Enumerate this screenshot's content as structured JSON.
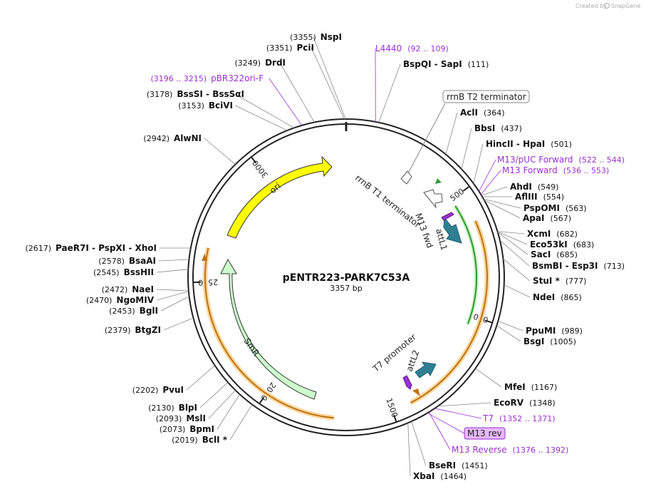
{
  "watermark": {
    "created_by": "Created by",
    "brand": "SnapGene"
  },
  "plasmid": {
    "name": "pENTR223-PARK7C53A",
    "size_label": "3357 bp",
    "length_bp": 3357
  },
  "ring_ticks": [
    {
      "bp": 500,
      "label": "500"
    },
    {
      "bp": 1000,
      "label": "1000"
    },
    {
      "bp": 1500,
      "label": "1500"
    },
    {
      "bp": 2000,
      "label": "2000"
    },
    {
      "bp": 2500,
      "label": "2500"
    },
    {
      "bp": 3000,
      "label": "3000"
    }
  ],
  "features": [
    {
      "name": "ori",
      "label": "ori",
      "color": "#FFFF00",
      "type": "arrow"
    },
    {
      "name": "SmR",
      "label": "SmR",
      "color": "#CCFFCC",
      "type": "arrow"
    },
    {
      "name": "attL1",
      "label": "attL1",
      "color": "#2F7F93",
      "type": "arrow"
    },
    {
      "name": "attL2",
      "label": "attL2",
      "color": "#2F7F93",
      "type": "arrow"
    },
    {
      "name": "M13 fwd",
      "label": "M13 fwd",
      "color": "#9B2FD5",
      "type": "primer-arrow"
    },
    {
      "name": "T7 promoter",
      "label": "T7 promoter",
      "color": "#9B2FD5",
      "type": "primer-arrow"
    },
    {
      "name": "rrnB T1 terminator",
      "label": "rrnB T1 terminator",
      "color": "#FFFFFF",
      "type": "terminator"
    },
    {
      "name": "rrnB T2 terminator",
      "label": "rrnB T2 terminator",
      "color": "#FFFFFF",
      "type": "boxed-callout"
    },
    {
      "name": "orange-insert",
      "label": "",
      "color": "#F5A623",
      "type": "arc"
    },
    {
      "name": "green-insert",
      "label": "",
      "color": "#3CB043",
      "type": "arc"
    }
  ],
  "primers": [
    {
      "name": "L4440",
      "range": "(92 .. 109)"
    },
    {
      "name": "pBR322ori-F",
      "range": "(3196 .. 3215)"
    },
    {
      "name": "M13/pUC Forward",
      "range": "(522 .. 544)"
    },
    {
      "name": "M13 Forward",
      "range": "(536 .. 553)"
    },
    {
      "name": "T7",
      "range": "(1352 .. 1371)"
    },
    {
      "name": "M13 rev",
      "range": ""
    },
    {
      "name": "M13 Reverse",
      "range": "(1376 .. 1392)"
    }
  ],
  "sites_right": [
    {
      "name": "AclI",
      "pos": "(364)"
    },
    {
      "name": "BbsI",
      "pos": "(437)"
    },
    {
      "name": "HincII  -  HpaI",
      "pos": "(501)"
    },
    {
      "name": "AhdI",
      "pos": "(549)"
    },
    {
      "name": "AflIII",
      "pos": "(554)"
    },
    {
      "name": "PspOMI",
      "pos": "(563)"
    },
    {
      "name": "ApaI",
      "pos": "(567)"
    },
    {
      "name": "XcmI",
      "pos": "(682)"
    },
    {
      "name": "Eco53kI",
      "pos": "(683)"
    },
    {
      "name": "SacI",
      "pos": "(685)"
    },
    {
      "name": "BsmBI  -  Esp3I",
      "pos": "(713)"
    },
    {
      "name": "StuI *",
      "pos": "(777)"
    },
    {
      "name": "NdeI",
      "pos": "(865)"
    },
    {
      "name": "PpuMI",
      "pos": "(989)"
    },
    {
      "name": "BsgI",
      "pos": "(1005)"
    },
    {
      "name": "MfeI",
      "pos": "(1167)"
    },
    {
      "name": "EcoRV",
      "pos": "(1348)"
    },
    {
      "name": "BseRI",
      "pos": "(1451)"
    },
    {
      "name": "XbaI",
      "pos": "(1464)"
    }
  ],
  "sites_top": [
    {
      "name": "NspI",
      "pos": "(3355)"
    },
    {
      "name": "PciI",
      "pos": "(3351)"
    },
    {
      "name": "DrdI",
      "pos": "(3249)"
    },
    {
      "name": "BssSI  -  BssSαI",
      "pos": "(3178)"
    },
    {
      "name": "BciVI",
      "pos": "(3153)"
    },
    {
      "name": "BspQI  -  SapI",
      "pos": "(111)"
    }
  ],
  "sites_left": [
    {
      "name": "AlwNI",
      "pos": "(2942)"
    },
    {
      "name": "PaeR7I  -  PspXI  -  XhoI",
      "pos": "(2617)"
    },
    {
      "name": "BsaAI",
      "pos": "(2578)"
    },
    {
      "name": "BssHII",
      "pos": "(2545)"
    },
    {
      "name": "NaeI",
      "pos": "(2472)"
    },
    {
      "name": "NgoMIV",
      "pos": "(2470)"
    },
    {
      "name": "BglI",
      "pos": "(2453)"
    },
    {
      "name": "BtgZI",
      "pos": "(2379)"
    },
    {
      "name": "PvuI",
      "pos": "(2202)"
    },
    {
      "name": "BlpI",
      "pos": "(2130)"
    },
    {
      "name": "MslI",
      "pos": "(2093)"
    },
    {
      "name": "BpmI",
      "pos": "(2073)"
    },
    {
      "name": "BclI *",
      "pos": "(2019)"
    }
  ]
}
